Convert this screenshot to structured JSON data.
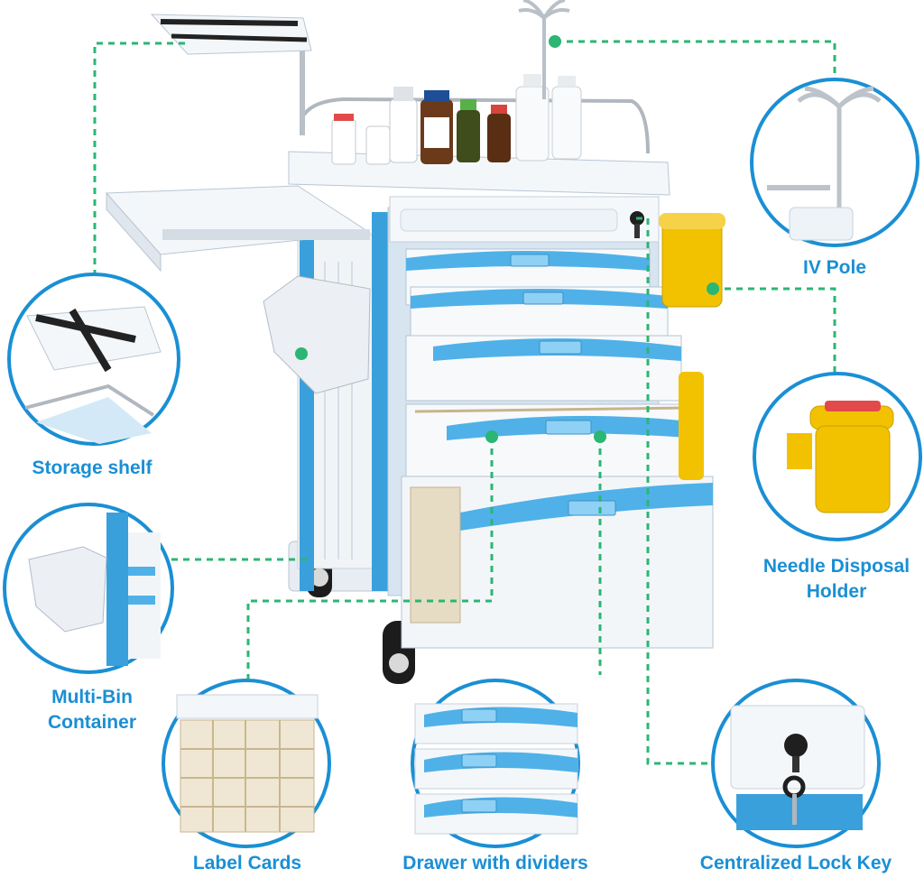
{
  "colors": {
    "accent_blue": "#1a8fd4",
    "guide_green": "#2bb673",
    "cart_blue": "#3aa0dc",
    "cart_white": "#eef3f8",
    "container_yellow": "#f2c200"
  },
  "callouts": {
    "iv_pole": "IV Pole",
    "storage_shelf": "Storage shelf",
    "needle_disposal_line1": "Needle Disposal",
    "needle_disposal_line2": "Holder",
    "multi_bin_line1": "Multi-Bin",
    "multi_bin_line2": "Container",
    "label_cards": "Label Cards",
    "drawer_dividers": "Drawer with dividers",
    "lock_key": "Centralized Lock Key"
  },
  "icons": {
    "callout_marker": "green-dot-icon",
    "lock": "key-lock-icon"
  }
}
